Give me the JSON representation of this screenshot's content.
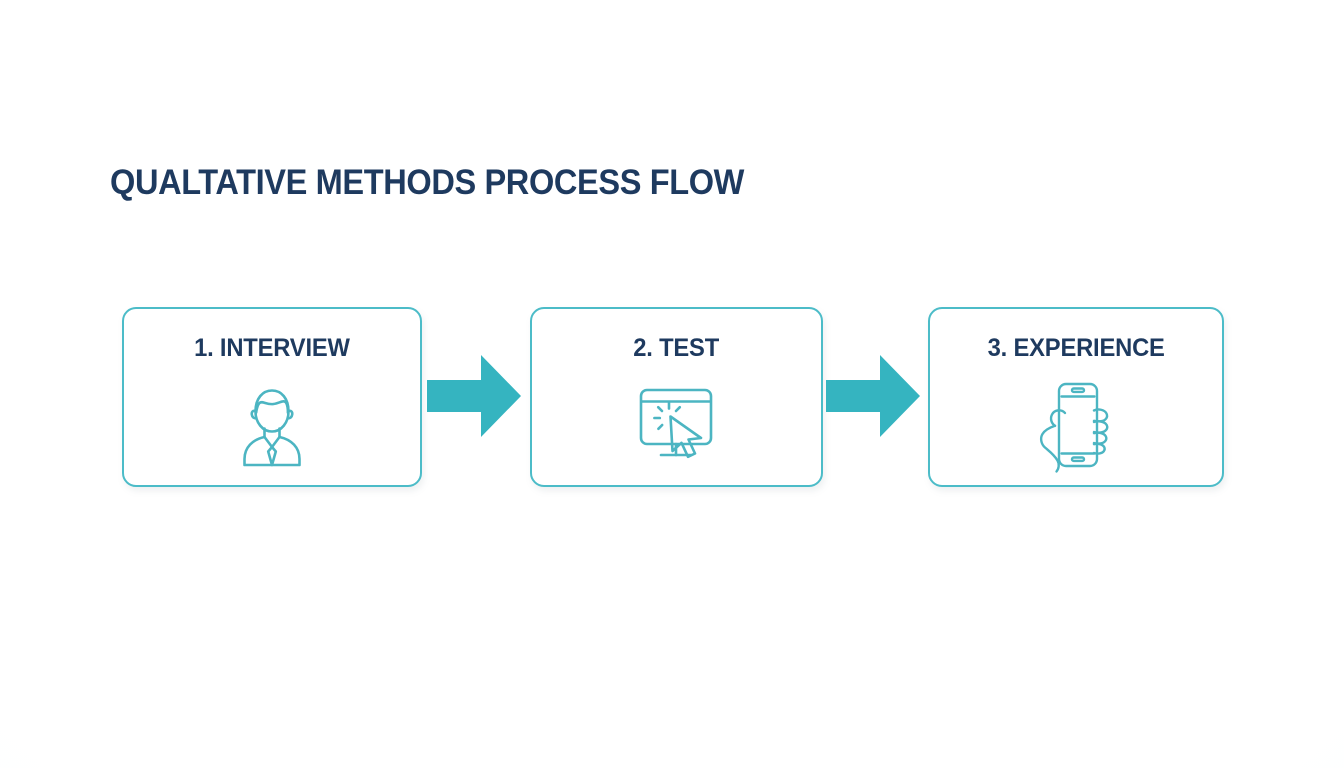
{
  "page": {
    "title": "QUALTATIVE METHODS PROCESS FLOW",
    "background_color": "#ffffff"
  },
  "theme": {
    "title_color": "#1e3a5f",
    "label_color": "#1e3a5f",
    "card_border_color": "#4cbcc8",
    "card_fill_color": "#ffffff",
    "arrow_color": "#35b4c0",
    "icon_stroke_color": "#4cb5c2"
  },
  "flow": {
    "steps": [
      {
        "label": "1. INTERVIEW",
        "number": "1",
        "name": "INTERVIEW",
        "icon": "businessman-icon"
      },
      {
        "label": "2. TEST",
        "number": "2",
        "name": "TEST",
        "icon": "monitor-cursor-click-icon"
      },
      {
        "label": "3. EXPERIENCE",
        "number": "3",
        "name": "EXPERIENCE",
        "icon": "hand-holding-smartphone-icon"
      }
    ],
    "connectors": [
      {
        "icon": "right-arrow-icon",
        "from": "1. INTERVIEW",
        "to": "2. TEST"
      },
      {
        "icon": "right-arrow-icon",
        "from": "2. TEST",
        "to": "3. EXPERIENCE"
      }
    ]
  }
}
